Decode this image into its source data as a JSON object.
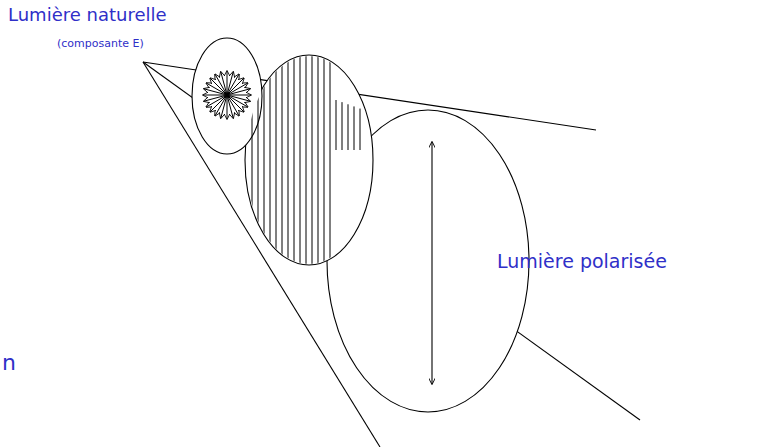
{
  "diagram": {
    "labels": [
      "Lumière naturelle",
      "(composante E)",
      "Lumière polarisée",
      "n"
    ]
  }
}
